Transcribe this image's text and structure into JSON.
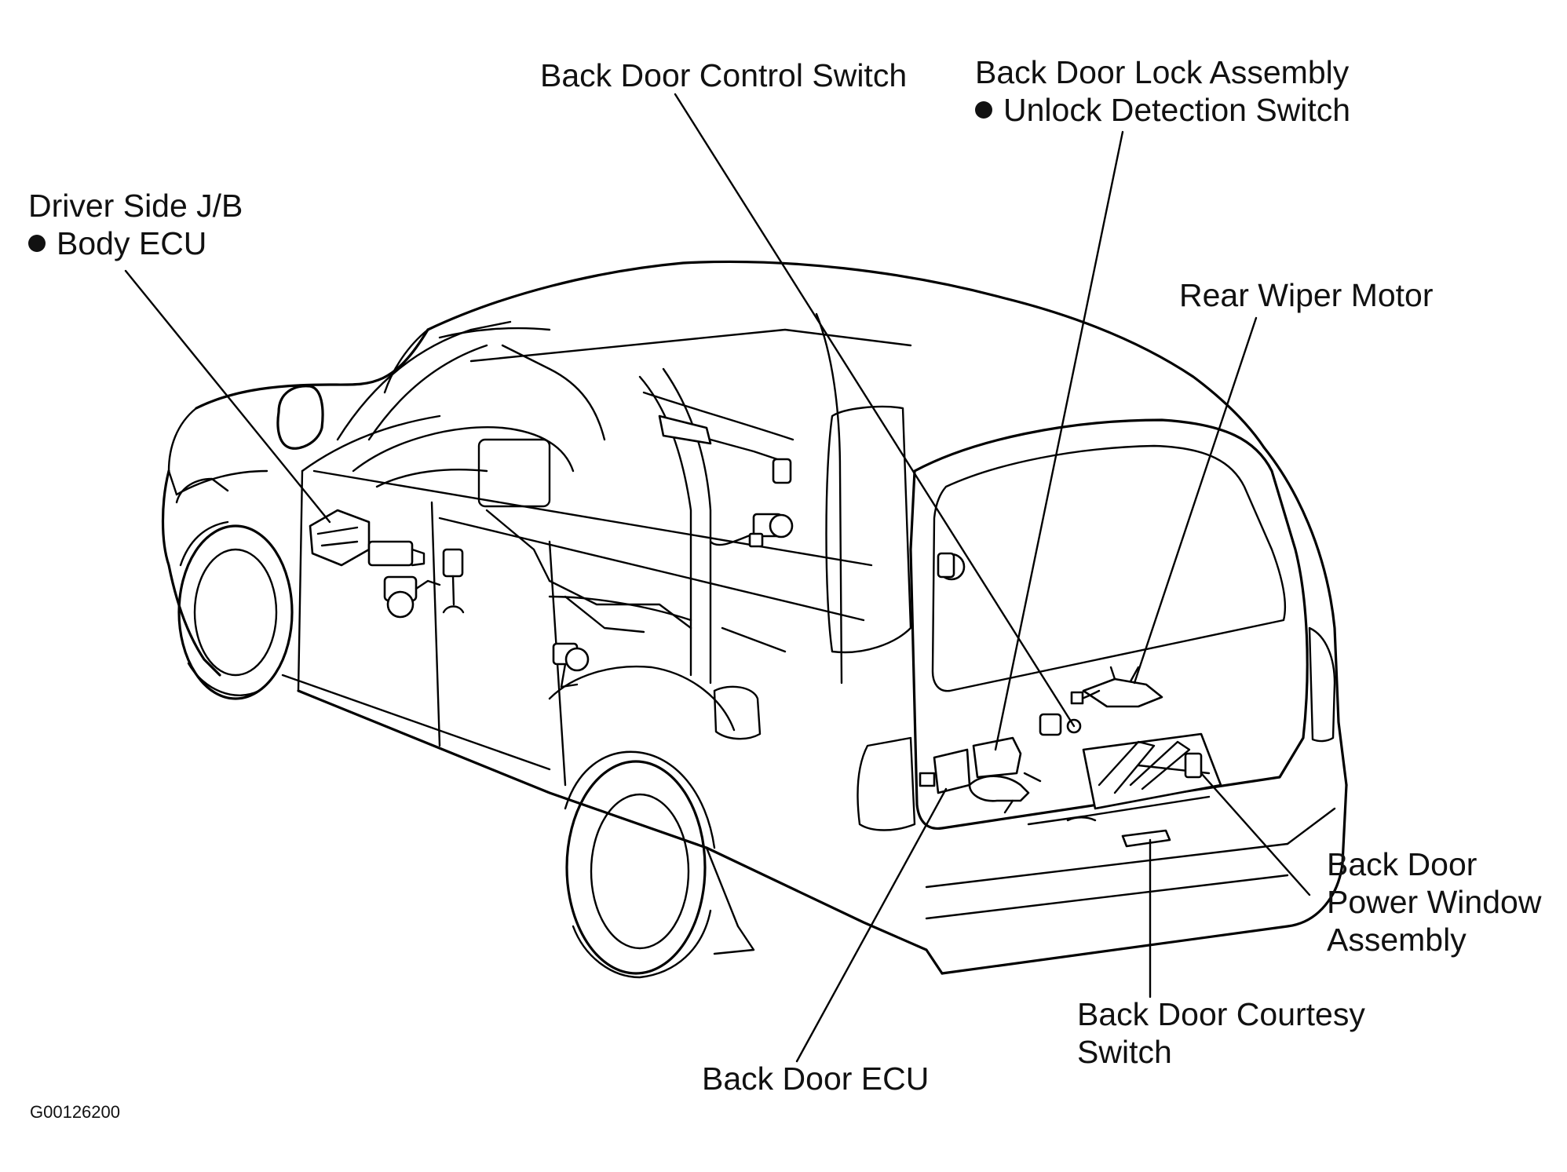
{
  "figure_id": "G00126200",
  "labels": {
    "back_door_control_switch": "Back Door Control Switch",
    "back_door_lock_assembly": "Back Door Lock Assembly",
    "unlock_detection_switch": "Unlock Detection Switch",
    "driver_side_jb": "Driver Side J/B",
    "body_ecu": "Body ECU",
    "rear_wiper_motor": "Rear Wiper Motor",
    "back_door_power_window_line1": "Back Door",
    "back_door_power_window_line2": "Power Window",
    "back_door_power_window_line3": "Assembly",
    "back_door_courtesy_switch_line1": "Back Door Courtesy",
    "back_door_courtesy_switch_line2": "Switch",
    "back_door_ecu": "Back Door ECU"
  }
}
